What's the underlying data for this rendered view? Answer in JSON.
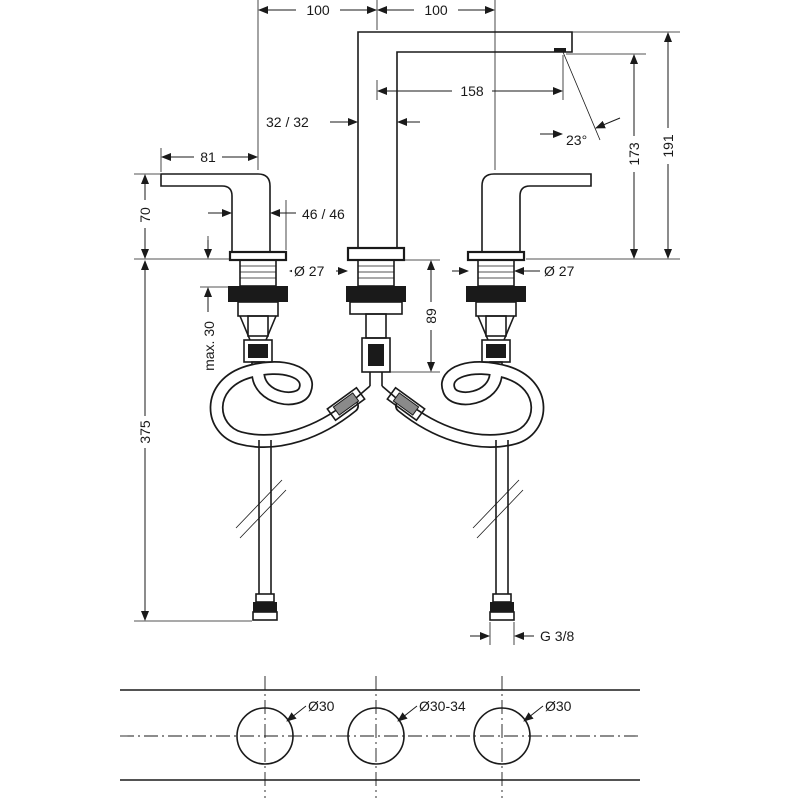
{
  "dimensions": {
    "left_spacing": "100",
    "right_spacing": "100",
    "spout_reach": "158",
    "spout_diameter": "32 / 32",
    "handle_reach": "81",
    "handle_body": "46 / 46",
    "handle_height": "70",
    "spout_angle": "23°",
    "height_outlet": "173",
    "height_total": "191",
    "shank_left": "Ø 27",
    "shank_right": "Ø 27",
    "max_deck": "max. 30",
    "hose_connector": "89",
    "hose_length": "375",
    "thread": "G 3/8"
  },
  "holes": {
    "left": "Ø30",
    "center": "Ø30-34",
    "right": "Ø30"
  },
  "colors": {
    "line": "#1a1a1a",
    "background": "#ffffff",
    "fill_grey": "#8a8a8a"
  }
}
